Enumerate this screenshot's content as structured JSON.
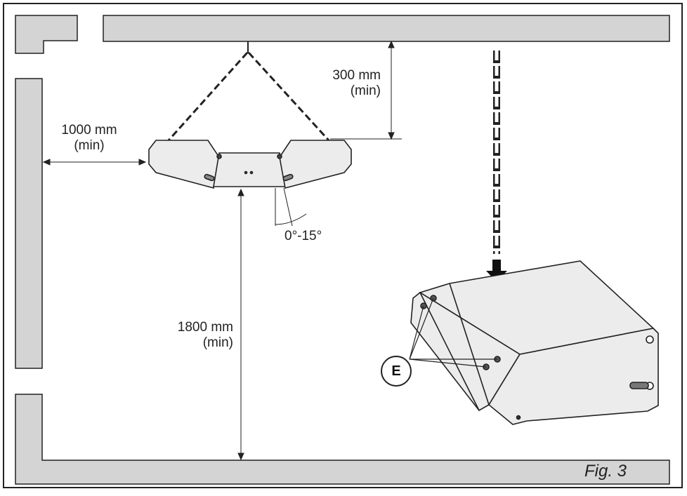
{
  "labels": {
    "top_clearance_value": "300 mm",
    "top_clearance_qual": "(min)",
    "side_clearance_value": "1000 mm",
    "side_clearance_qual": "(min)",
    "floor_clearance_value": "1800 mm",
    "floor_clearance_qual": "(min)",
    "tilt_angle": "0°-15°",
    "callout_e": "E",
    "figure_caption": "Fig. 3"
  },
  "colors": {
    "wall_fill": "#d4d4d4",
    "heater_fill": "#ececec",
    "stroke": "#222222"
  }
}
